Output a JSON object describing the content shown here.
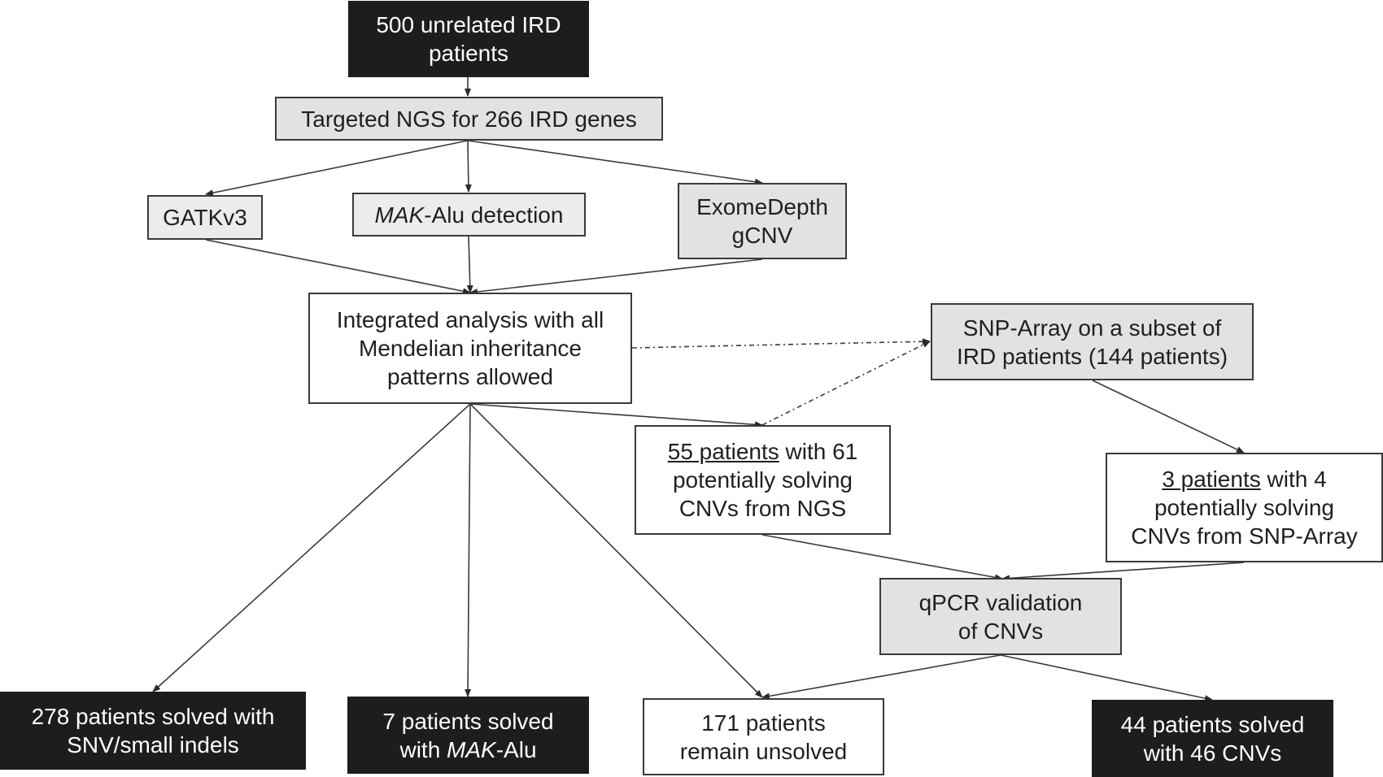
{
  "nodes": {
    "start": {
      "line1": "500 unrelated IRD",
      "line2": "patients"
    },
    "ngs": {
      "line1": "Targeted NGS for 266 IRD genes"
    },
    "gatk": {
      "line1": "GATKv3"
    },
    "mak": {
      "italic": "MAK",
      "rest": "-Alu detection"
    },
    "exome": {
      "line1": "ExomeDepth",
      "line2": "gCNV"
    },
    "integrated": {
      "line1": "Integrated analysis with all",
      "line2": "Mendelian inheritance",
      "line3": "patterns allowed"
    },
    "snp": {
      "line1": "SNP-Array on a subset of",
      "line2": "IRD patients (144 patients)"
    },
    "cnv_ngs": {
      "underlined": "55 patients",
      "rest1": " with 61",
      "line2": "potentially solving",
      "line3": "CNVs from NGS"
    },
    "cnv_snp": {
      "underlined": "3 patients",
      "rest1": " with 4",
      "line2": "potentially solving",
      "line3": "CNVs from SNP-Array"
    },
    "qpcr": {
      "line1": "qPCR validation",
      "line2": "of CNVs"
    },
    "solved_snv": {
      "line1": "278 patients solved with",
      "line2": "SNV/small indels"
    },
    "solved_mak": {
      "line1": "7 patients solved",
      "prefix": "with ",
      "italic": "MAK",
      "rest": "-Alu"
    },
    "unsolved": {
      "line1": "171 patients",
      "line2": "remain unsolved"
    },
    "solved_cnv": {
      "line1": "44 patients solved",
      "line2": "with 46 CNVs"
    }
  },
  "colors": {
    "dark_fill": "#1d1d1d",
    "grey_fill": "#e2e2e2",
    "light_fill": "#ececec",
    "edge": "#3a3a3a"
  }
}
